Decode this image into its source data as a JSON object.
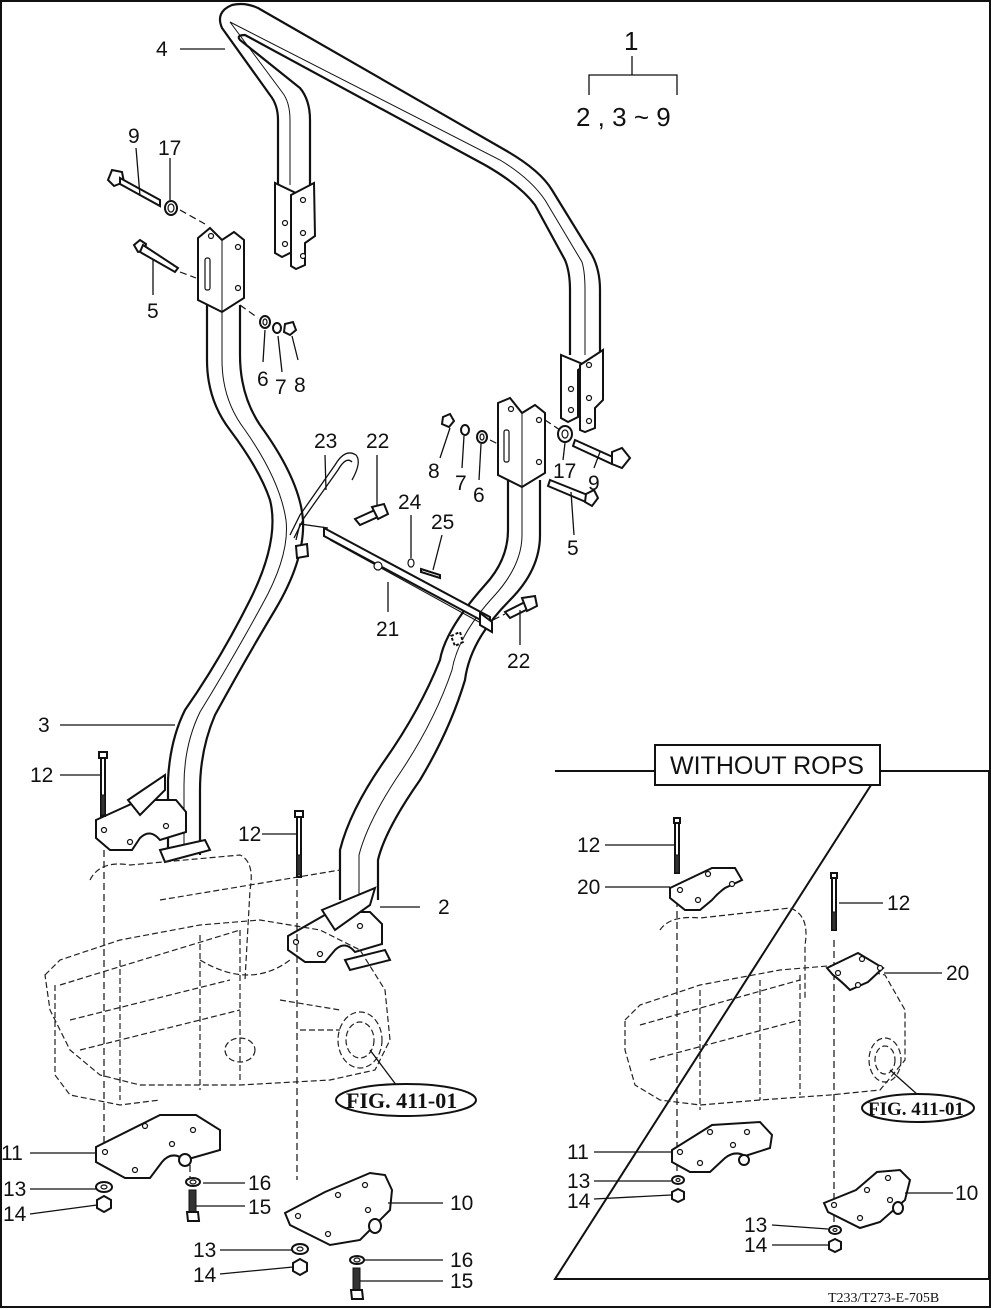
{
  "diagram": {
    "type": "exploded-parts-diagram",
    "assembly_key": {
      "assembly": "1",
      "components": "2 , 3 ~ 9"
    },
    "callouts": {
      "n1": "1",
      "n2": "2",
      "n3": "3",
      "n4": "4",
      "n5a": "5",
      "n5b": "5",
      "n6a": "6",
      "n6b": "6",
      "n7a": "7",
      "n7b": "7",
      "n8a": "8",
      "n8b": "8",
      "n9a": "9",
      "n9b": "9",
      "n10": "10",
      "n11": "11",
      "n12a": "12",
      "n12b": "12",
      "n13a": "13",
      "n13b": "13",
      "n14a": "14",
      "n14b": "14",
      "n15a": "15",
      "n15b": "15",
      "n16a": "16",
      "n16b": "16",
      "n17a": "17",
      "n17b": "17",
      "n21": "21",
      "n22a": "22",
      "n22b": "22",
      "n23": "23",
      "n24": "24",
      "n25": "25"
    },
    "figure_reference": "FIG. 411-01",
    "inset": {
      "title": "WITHOUT ROPS",
      "callouts": {
        "n10": "10",
        "n11": "11",
        "n12a": "12",
        "n12b": "12",
        "n13a": "13",
        "n13b": "13",
        "n14a": "14",
        "n14b": "14",
        "n20a": "20",
        "n20b": "20"
      },
      "figure_reference": "FIG. 411-01"
    },
    "drawing_code": "T233/T273-E-705B"
  }
}
